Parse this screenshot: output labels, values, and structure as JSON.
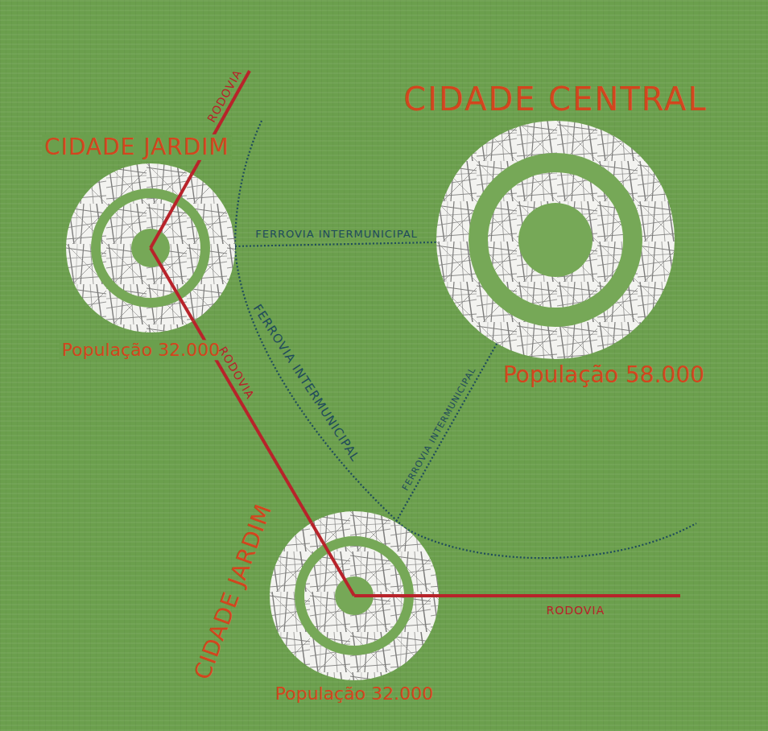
{
  "diagram": {
    "nodes": [
      {
        "text": [
          "CIDADE JARDIM",
          "População 32.000"
        ]
      },
      {
        "text": [
          "CIDADE CENTRAL",
          "População 58.000"
        ]
      },
      {
        "text": [
          "CIDADE JARDIM",
          "População 32.000"
        ]
      }
    ],
    "edges": [
      {
        "from": 0,
        "to": 1,
        "arrow": "none",
        "label": "FERROVIA INTERMUNICIPAL"
      },
      {
        "from": 0,
        "to": 2,
        "arrow": "none",
        "label": "FERROVIA INTERMUNICIPAL"
      },
      {
        "from": 1,
        "to": 2,
        "arrow": "none",
        "label": "FERROVIA INTERMUNICIPAL"
      },
      {
        "from": 0,
        "to": 2,
        "arrow": "none",
        "label": "RODOVIA"
      }
    ],
    "labels": [
      "RODOVIA",
      "RODOVIA"
    ]
  }
}
